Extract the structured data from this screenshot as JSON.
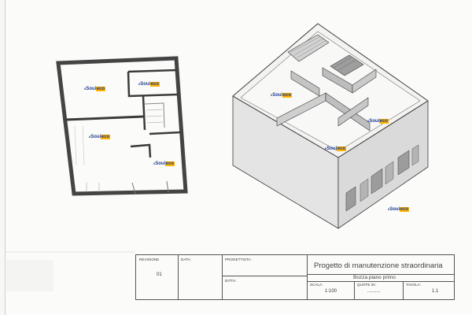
{
  "logos": [
    {
      "pre": "il",
      "main": "Soui",
      "hl": "eco"
    },
    {
      "pre": "il",
      "main": "Soui",
      "hl": "eco"
    },
    {
      "pre": "il",
      "main": "Soui",
      "hl": "eco"
    },
    {
      "pre": "il",
      "main": "Soui",
      "hl": "eco"
    },
    {
      "pre": "il",
      "main": "Soui",
      "hl": "eco"
    },
    {
      "pre": "il",
      "main": "Soui",
      "hl": "eco"
    },
    {
      "pre": "il",
      "main": "Soui",
      "hl": "eco"
    }
  ],
  "title_block": {
    "revision_label": "REVISIONE",
    "revision_value": "01",
    "date_label": "DATA:",
    "designer_label": "PROGETTISTA:",
    "company_label": "DITTA:",
    "project_title": "Progetto di manutenzione straordinaria",
    "sheet_subtitle": "Bozza piano primo",
    "scale_label": "SCALA:",
    "scale_value": "1:100",
    "quote_label": "QUOTE IN:",
    "quote_value": "..........",
    "table_label": "TAVOLA:",
    "table_value": "1.1"
  }
}
